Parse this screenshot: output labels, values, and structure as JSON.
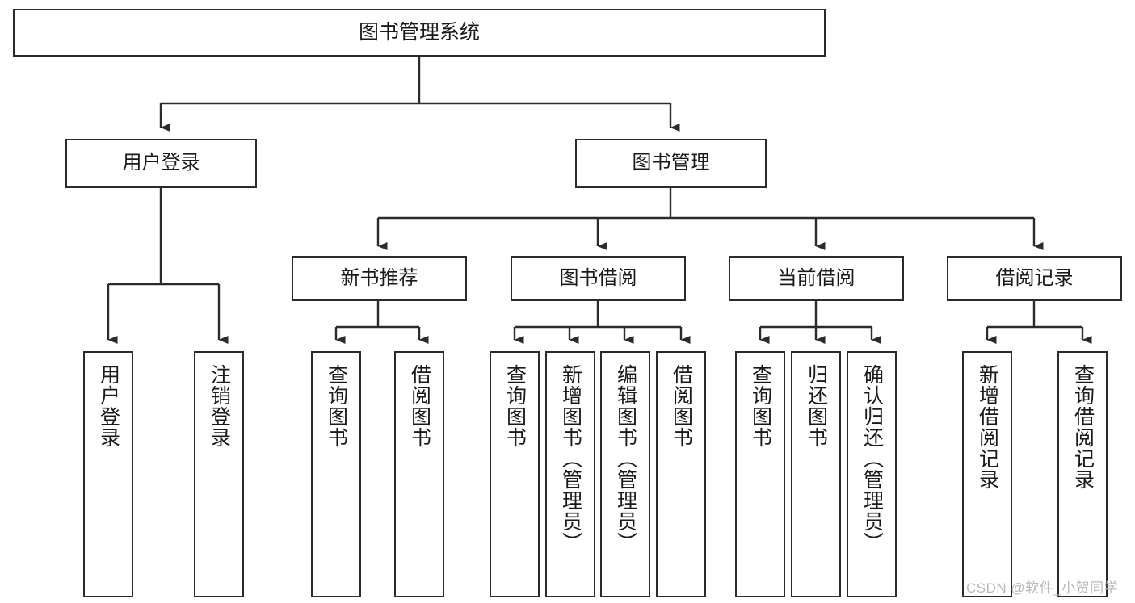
{
  "diagram": {
    "title": "图书管理系统",
    "type": "tree-hierarchy",
    "root": {
      "label": "图书管理系统"
    },
    "level1": [
      {
        "label": "用户登录"
      },
      {
        "label": "图书管理"
      }
    ],
    "level2": [
      {
        "label": "新书推荐"
      },
      {
        "label": "图书借阅"
      },
      {
        "label": "当前借阅"
      },
      {
        "label": "借阅记录"
      }
    ],
    "leaves": [
      {
        "label": "用户登录"
      },
      {
        "label": "注销登录"
      },
      {
        "label": "查询图书"
      },
      {
        "label": "借阅图书"
      },
      {
        "label": "查询图书"
      },
      {
        "label": "新增图书（管理员）"
      },
      {
        "label": "编辑图书（管理员）"
      },
      {
        "label": "借阅图书"
      },
      {
        "label": "查询图书"
      },
      {
        "label": "归还图书"
      },
      {
        "label": "确认归还（管理员）"
      },
      {
        "label": "新增借阅记录"
      },
      {
        "label": "查询借阅记录"
      }
    ]
  },
  "watermark": {
    "text": "CSDN @软件_小贺同学"
  },
  "colors": {
    "line": "#2b2b2b",
    "box_fill": "#ffffff",
    "text": "#1a1a1a",
    "watermark": "#b9b9b9"
  }
}
